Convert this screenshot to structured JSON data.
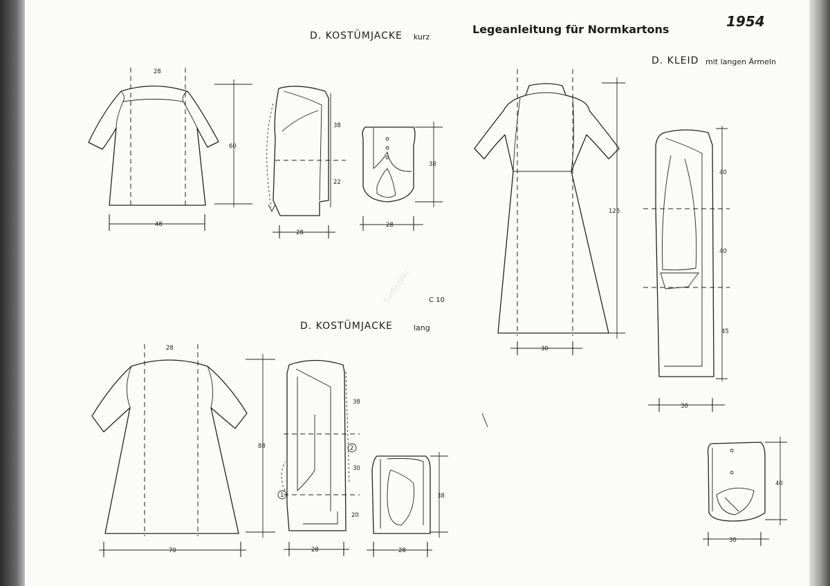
{
  "header": {
    "title": "Legeanleitung für Normkartons",
    "year": "1954",
    "page_code": "C 10",
    "watermark": "SurfinWiki"
  },
  "sections": {
    "jacket_short": {
      "label": "D. KOSTÜMJACKE",
      "qualifier": "kurz",
      "dims": {
        "shoulder_width": "28",
        "length": "60",
        "body_width": "48",
        "fold1_upper": "38",
        "fold1_lower": "22",
        "fold1_width": "28",
        "box_height": "38",
        "box_width": "28"
      }
    },
    "jacket_long": {
      "label": "D. KOSTÜMJACKE",
      "qualifier": "lang",
      "dims": {
        "shoulder_width": "28",
        "length": "88",
        "body_width": "70",
        "fold_upper": "38",
        "fold_mid": "30",
        "fold_lower": "20",
        "fold_width": "28",
        "box_height": "38",
        "box_width": "28",
        "step1": "1",
        "step2": "2"
      }
    },
    "dress": {
      "label": "D. KLEID",
      "qualifier": "mit langen Ärmeln",
      "dims": {
        "length": "125",
        "width": "30",
        "fold_upper": "40",
        "fold_mid": "40",
        "fold_lower": "45",
        "fold_width": "30",
        "box_height": "40",
        "box_width": "30"
      }
    }
  }
}
